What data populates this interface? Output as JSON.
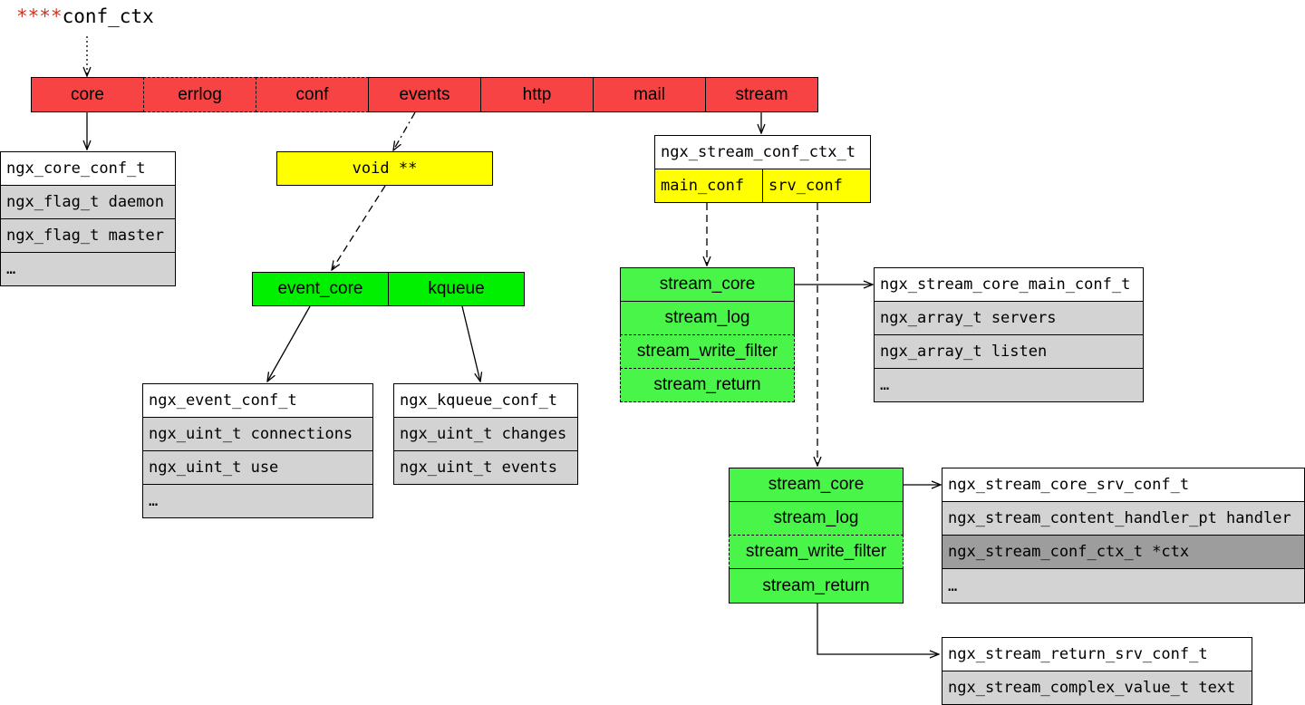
{
  "title": {
    "stars": "****",
    "text": "conf_ctx"
  },
  "colors": {
    "red": "#f74343",
    "yellow": "#ffff00",
    "green": "#48f548",
    "gray": "#d3d3d3",
    "dark_gray": "#9d9d9d",
    "star_red": "#d0321e"
  },
  "modules": [
    "core",
    "errlog",
    "conf",
    "events",
    "http",
    "mail",
    "stream"
  ],
  "core_conf": {
    "header": "ngx_core_conf_t",
    "fields": [
      "ngx_flag_t daemon",
      "ngx_flag_t master",
      "…"
    ]
  },
  "void_pp": "void **",
  "event_modules": [
    "event_core",
    "kqueue"
  ],
  "event_conf": {
    "header": "ngx_event_conf_t",
    "fields": [
      "ngx_uint_t connections",
      "ngx_uint_t use",
      "…"
    ]
  },
  "kqueue_conf": {
    "header": "ngx_kqueue_conf_t",
    "fields": [
      "ngx_uint_t changes",
      "ngx_uint_t events"
    ]
  },
  "stream_ctx": {
    "header": "ngx_stream_conf_ctx_t",
    "main": "main_conf",
    "srv": "srv_conf"
  },
  "main_list": [
    "stream_core",
    "stream_log",
    "stream_write_filter",
    "stream_return"
  ],
  "srv_list": [
    "stream_core",
    "stream_log",
    "stream_write_filter",
    "stream_return"
  ],
  "core_main_conf": {
    "header": "ngx_stream_core_main_conf_t",
    "fields": [
      "ngx_array_t servers",
      "ngx_array_t listen",
      "…"
    ]
  },
  "core_srv_conf": {
    "header": "ngx_stream_core_srv_conf_t",
    "fields": [
      "ngx_stream_content_handler_pt handler",
      "ngx_stream_conf_ctx_t *ctx",
      "…"
    ]
  },
  "return_srv_conf": {
    "header": "ngx_stream_return_srv_conf_t",
    "fields": [
      "ngx_stream_complex_value_t text"
    ]
  }
}
